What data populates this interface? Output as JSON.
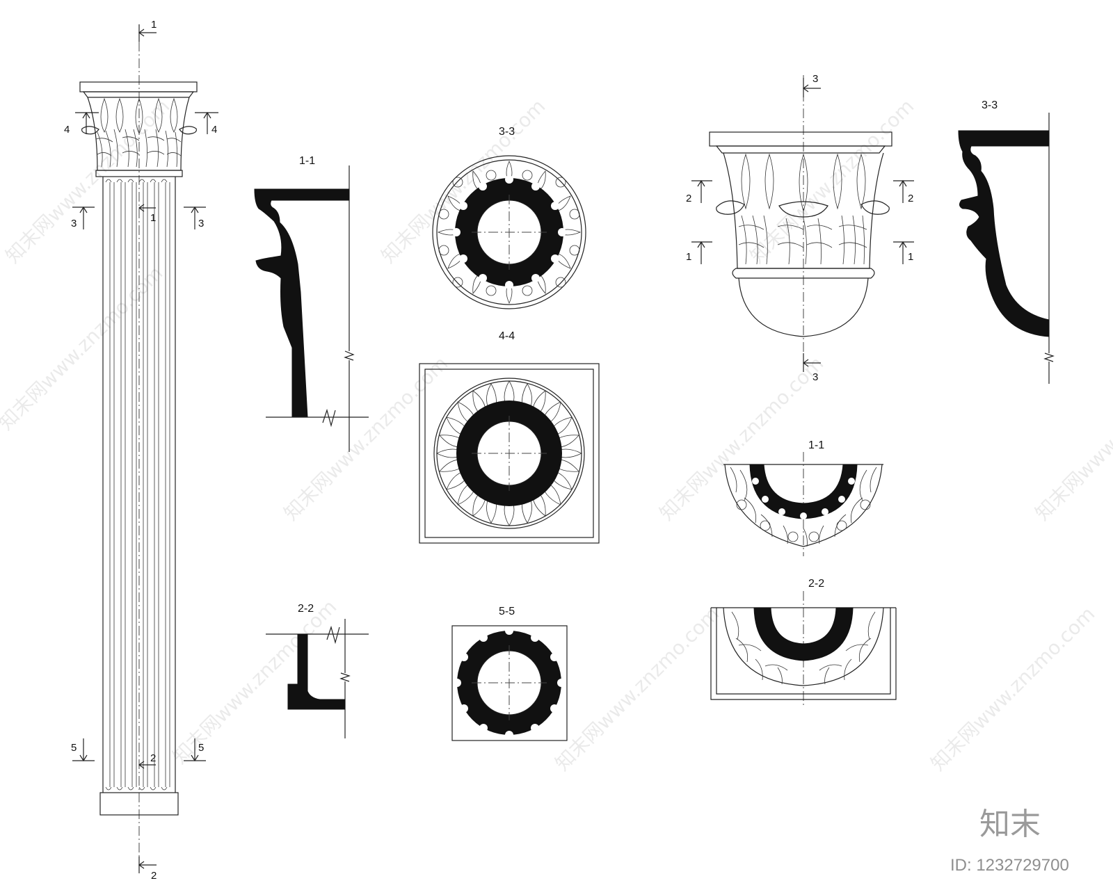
{
  "section_labels": {
    "col_top": "1",
    "col_bottom": "2",
    "col_4_left": "4",
    "col_4_right": "4",
    "col_3_left": "3",
    "col_3_right": "3",
    "col_1_mid": "1",
    "col_5_left": "5",
    "col_5_right": "5",
    "col_2_mid": "2",
    "cap_top": "3",
    "cap_bottom": "3",
    "cap_2_left": "2",
    "cap_2_right": "2",
    "cap_1_left": "1",
    "cap_1_right": "1"
  },
  "view_titles": {
    "profile_1_1": "1-1",
    "ring_3_3": "3-3",
    "square_4_4": "4-4",
    "profile_2_2": "2-2",
    "ring_5_5": "5-5",
    "profile_3_3": "3-3",
    "half_1_1": "1-1",
    "half_2_2": "2-2"
  },
  "watermark": "知末网www.znzmo.com",
  "brand_logo": "知末",
  "id_label": "ID: 1232729700",
  "colors": {
    "ink": "#111111",
    "background": "#ffffff"
  }
}
